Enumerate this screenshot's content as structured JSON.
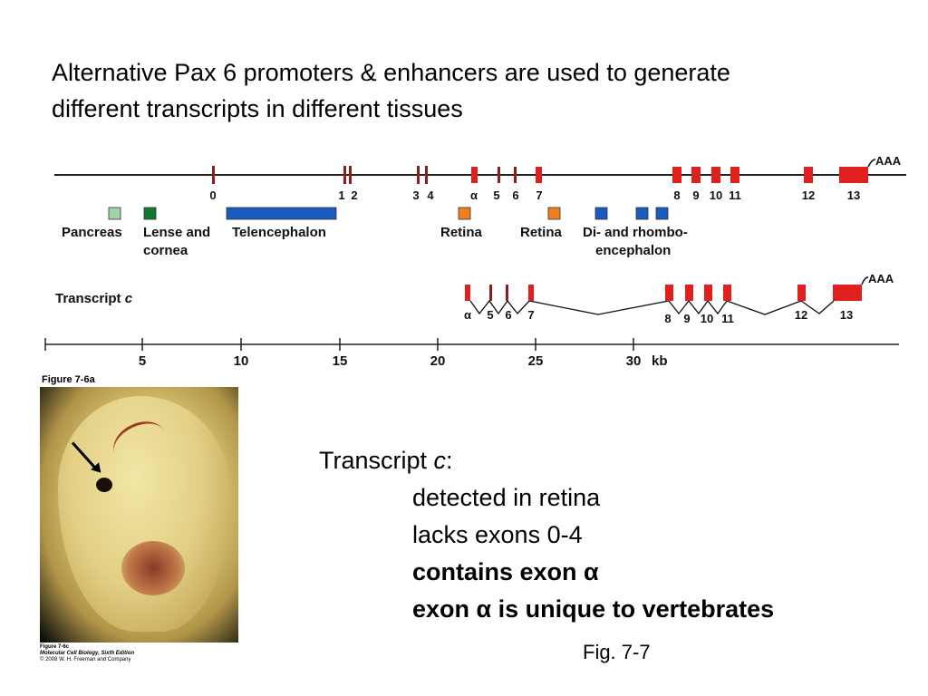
{
  "title": {
    "line1": "Alternative Pax 6 promoters & enhancers are used to generate",
    "line2": "different transcripts in different tissues"
  },
  "gene": {
    "exon_labels": [
      "0",
      "1",
      "2",
      "3",
      "4",
      "α",
      "5",
      "6",
      "7",
      "8",
      "9",
      "10",
      "11",
      "12",
      "13"
    ],
    "polyA": "AAA",
    "exon_color": "#e0201e"
  },
  "enhancers": [
    {
      "label": "Pancreas",
      "color": "#9fd4a4"
    },
    {
      "label": "Lense and cornea",
      "color": "#0f7a30"
    },
    {
      "label": "Telencephalon",
      "color": "#1a5bbf"
    },
    {
      "label": "Retina",
      "color": "#f07f1e"
    },
    {
      "label": "Retina",
      "color": "#f07f1e"
    },
    {
      "label": "Di- and rhombo- encephalon",
      "color": "#1a5bbf"
    }
  ],
  "enhancer_label_lines": {
    "lense_1": "Lense and",
    "lense_2": "cornea",
    "dirhombo_1": "Di- and rhombo-",
    "dirhombo_2": "encephalon"
  },
  "transcript": {
    "label": "Transcript ",
    "label_italic": "c",
    "exon_labels": [
      "α",
      "5",
      "6",
      "7",
      "8",
      "9",
      "10",
      "11",
      "12",
      "13"
    ],
    "polyA": "AAA"
  },
  "scale": {
    "ticks": [
      "5",
      "10",
      "15",
      "20",
      "25",
      "30"
    ],
    "unit": "kb"
  },
  "figure": {
    "label": "Figure 7-6a",
    "credit_1": "Figure 7-6c",
    "credit_2": "Molecular Cell Biology, Sixth Edition",
    "credit_3": "© 2008 W. H. Freeman and Company"
  },
  "notes": {
    "heading": "Transcript ",
    "heading_italic": "c",
    "heading_colon": ":",
    "line1": "detected in retina",
    "line2": "lacks exons 0-4",
    "line3": "contains exon α",
    "line4": "exon α is unique to vertebrates"
  },
  "caption": "Fig. 7-7"
}
